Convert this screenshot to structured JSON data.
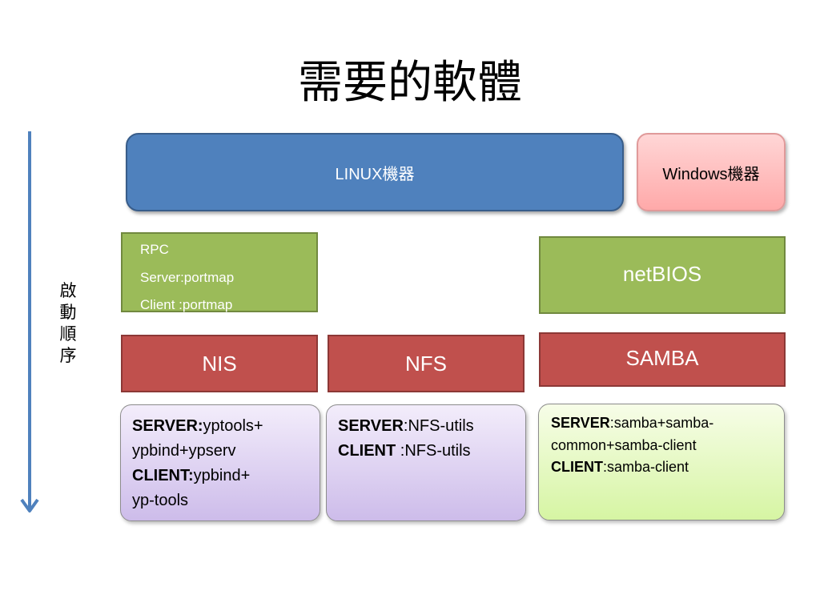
{
  "title": "需要的軟體",
  "startup_label": "啟\n動\n順\n序",
  "linux_box": "LINUX機器",
  "windows_box": "Windows機器",
  "rpc": {
    "lines": [
      "RPC",
      "Server:portmap",
      "Client :portmap"
    ]
  },
  "netbios": "netBIOS",
  "nis": "NIS",
  "nfs": "NFS",
  "samba": "SAMBA",
  "nis_packages": {
    "server_label": "SERVER:",
    "server_line1": "yptools+",
    "server_line2": "ypbind+ypserv",
    "client_label": "CLIENT:",
    "client_line1": "ypbind+",
    "client_line2": "yp-tools"
  },
  "nfs_packages": {
    "server_label": "SERVER",
    "server_value": ":NFS-utils",
    "client_label": "CLIENT",
    "client_value": " :NFS-utils"
  },
  "samba_packages": {
    "server_label": "SERVER",
    "server_line1": ":samba+samba-",
    "server_line2": "common+samba-client",
    "client_label": "CLIENT",
    "client_value": ":samba-client"
  },
  "colors": {
    "arrow": "#4f81bd",
    "linux": "#4f81bd",
    "green": "#9bbb59",
    "red": "#c0504d"
  }
}
